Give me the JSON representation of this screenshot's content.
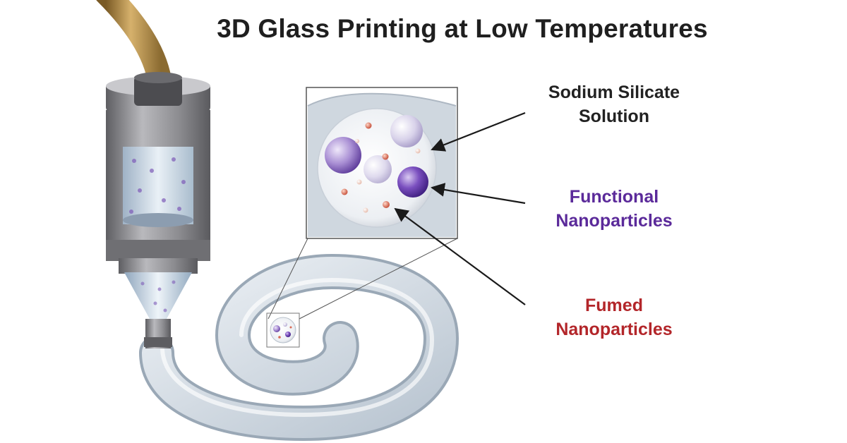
{
  "title": "3D Glass Printing at Low Temperatures",
  "labels": {
    "silicate": {
      "line1": "Sodium Silicate",
      "line2": "Solution",
      "color": "#222222"
    },
    "functional": {
      "line1": "Functional",
      "line2": "Nanoparticles",
      "color": "#5b2a9a"
    },
    "fumed": {
      "line1": "Fumed",
      "line2": "Nanoparticles",
      "color": "#b3262a"
    }
  },
  "colors": {
    "hose": "#b08a4a",
    "nozzle_body": "#8e8e92",
    "glass_filament": "#d3dce6",
    "functional_particle": "#7d5ab8",
    "fumed_particle": "#d86a55",
    "arrow": "#1a1a1a"
  }
}
